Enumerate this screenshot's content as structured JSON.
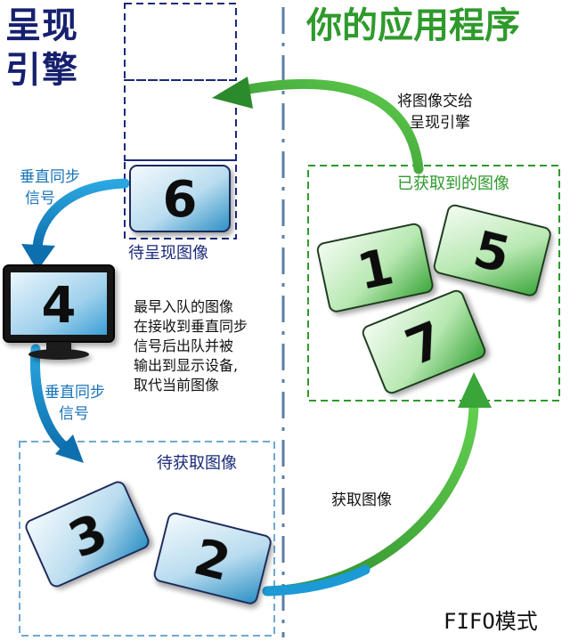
{
  "titles": {
    "engine_line1": "呈现",
    "engine_line2": "引擎",
    "app": "你的应用程序"
  },
  "labels": {
    "present_to_engine_line1": "将图像交给",
    "present_to_engine_line2": "呈现引擎",
    "acquired_images": "已获取到的图像",
    "vsync_top_line1": "垂直同步",
    "vsync_top_line2": "信号",
    "vsync_bottom_line1": "垂直同步",
    "vsync_bottom_line2": "信号",
    "pending_present": "待呈现图像",
    "pending_acquire": "待获取图像",
    "acquire_image": "获取图像",
    "mode": "FIFO模式"
  },
  "description": {
    "line1": "最早入队的图像",
    "line2": "在接收到垂直同步",
    "line3": "信号后出队并被",
    "line4": "输出到显示设备,",
    "line5": "取代当前图像"
  },
  "cards": {
    "queued": "6",
    "displayed": "4",
    "acquired_a": "1",
    "acquired_b": "5",
    "acquired_c": "7",
    "available_a": "3",
    "available_b": "2"
  },
  "colors": {
    "engine_navy": "#16206e",
    "app_green": "#2f9a2c",
    "arrow_blue": "#1c9ad6",
    "card_blue_dark": "#2a8fc4",
    "card_green_dark": "#3aa63a",
    "divider": "#5a7fa6"
  },
  "icons": {
    "monitor": "monitor-icon"
  }
}
